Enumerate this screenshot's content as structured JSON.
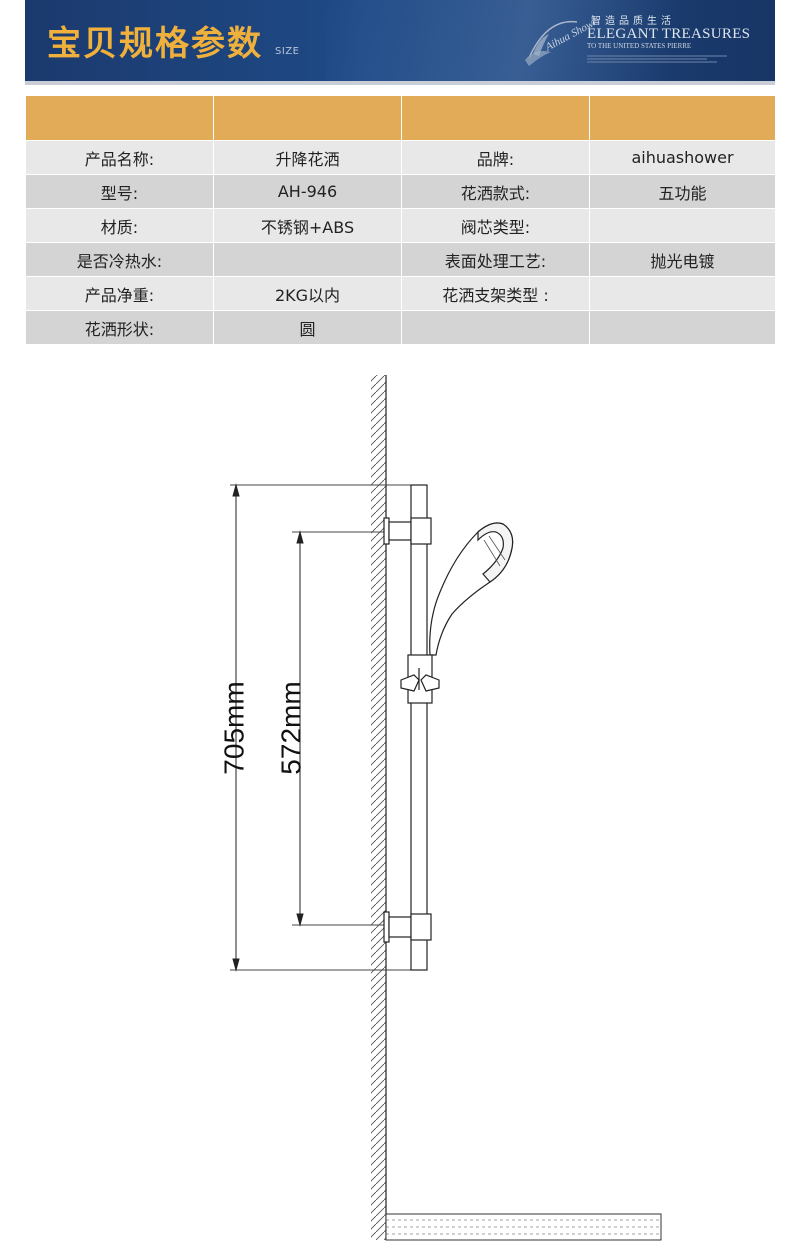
{
  "header": {
    "title": "宝贝规格参数",
    "subtitle": "SIZE",
    "slogan": "智造品质生活",
    "brand_en": "ELEGANT TREASURES",
    "brand_tagline": "TO THE UNITED STATES PIERRE"
  },
  "spec_table": {
    "rows": [
      [
        "产品名称:",
        "升降花洒",
        "品牌:",
        "aihuashower"
      ],
      [
        "型号:",
        "AH-946",
        "花洒款式:",
        "五功能"
      ],
      [
        "材质:",
        "不锈钢+ABS",
        "阀芯类型:",
        ""
      ],
      [
        "是否冷热水:",
        "",
        "表面处理工艺:",
        "抛光电镀"
      ],
      [
        "产品净重:",
        "2KG以内",
        "花洒支架类型 :",
        ""
      ],
      [
        "花洒形状:",
        "圆",
        "",
        ""
      ]
    ]
  },
  "diagram": {
    "overall_length": "705mm",
    "bracket_spacing": "572mm"
  },
  "colors": {
    "banner": "#1f4a86",
    "title_gold": "#f0b13c",
    "table_header": "#e2ab57",
    "row_light": "#e8e8e8",
    "row_dark": "#d4d4d4"
  }
}
